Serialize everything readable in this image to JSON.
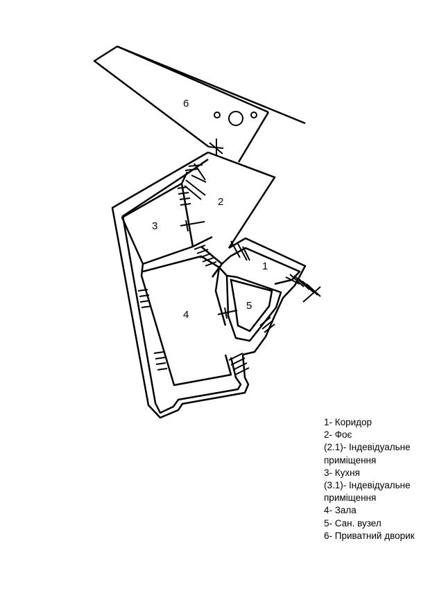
{
  "rooms": {
    "r1": "1",
    "r2": "2",
    "r3": "3",
    "r4": "4",
    "r5": "5",
    "r6": "6"
  },
  "legend": [
    "1- Коридор",
    "2- Фоє",
    "(2.1)- Індевідуальне приміщення",
    "3- Кухня",
    "(3.1)- Індевідуальне приміщення",
    "4- Зала",
    "5- Сан. вузел",
    "6- Приватний дворик"
  ],
  "colors": {
    "wall": "#000000",
    "background": "#ffffff"
  }
}
